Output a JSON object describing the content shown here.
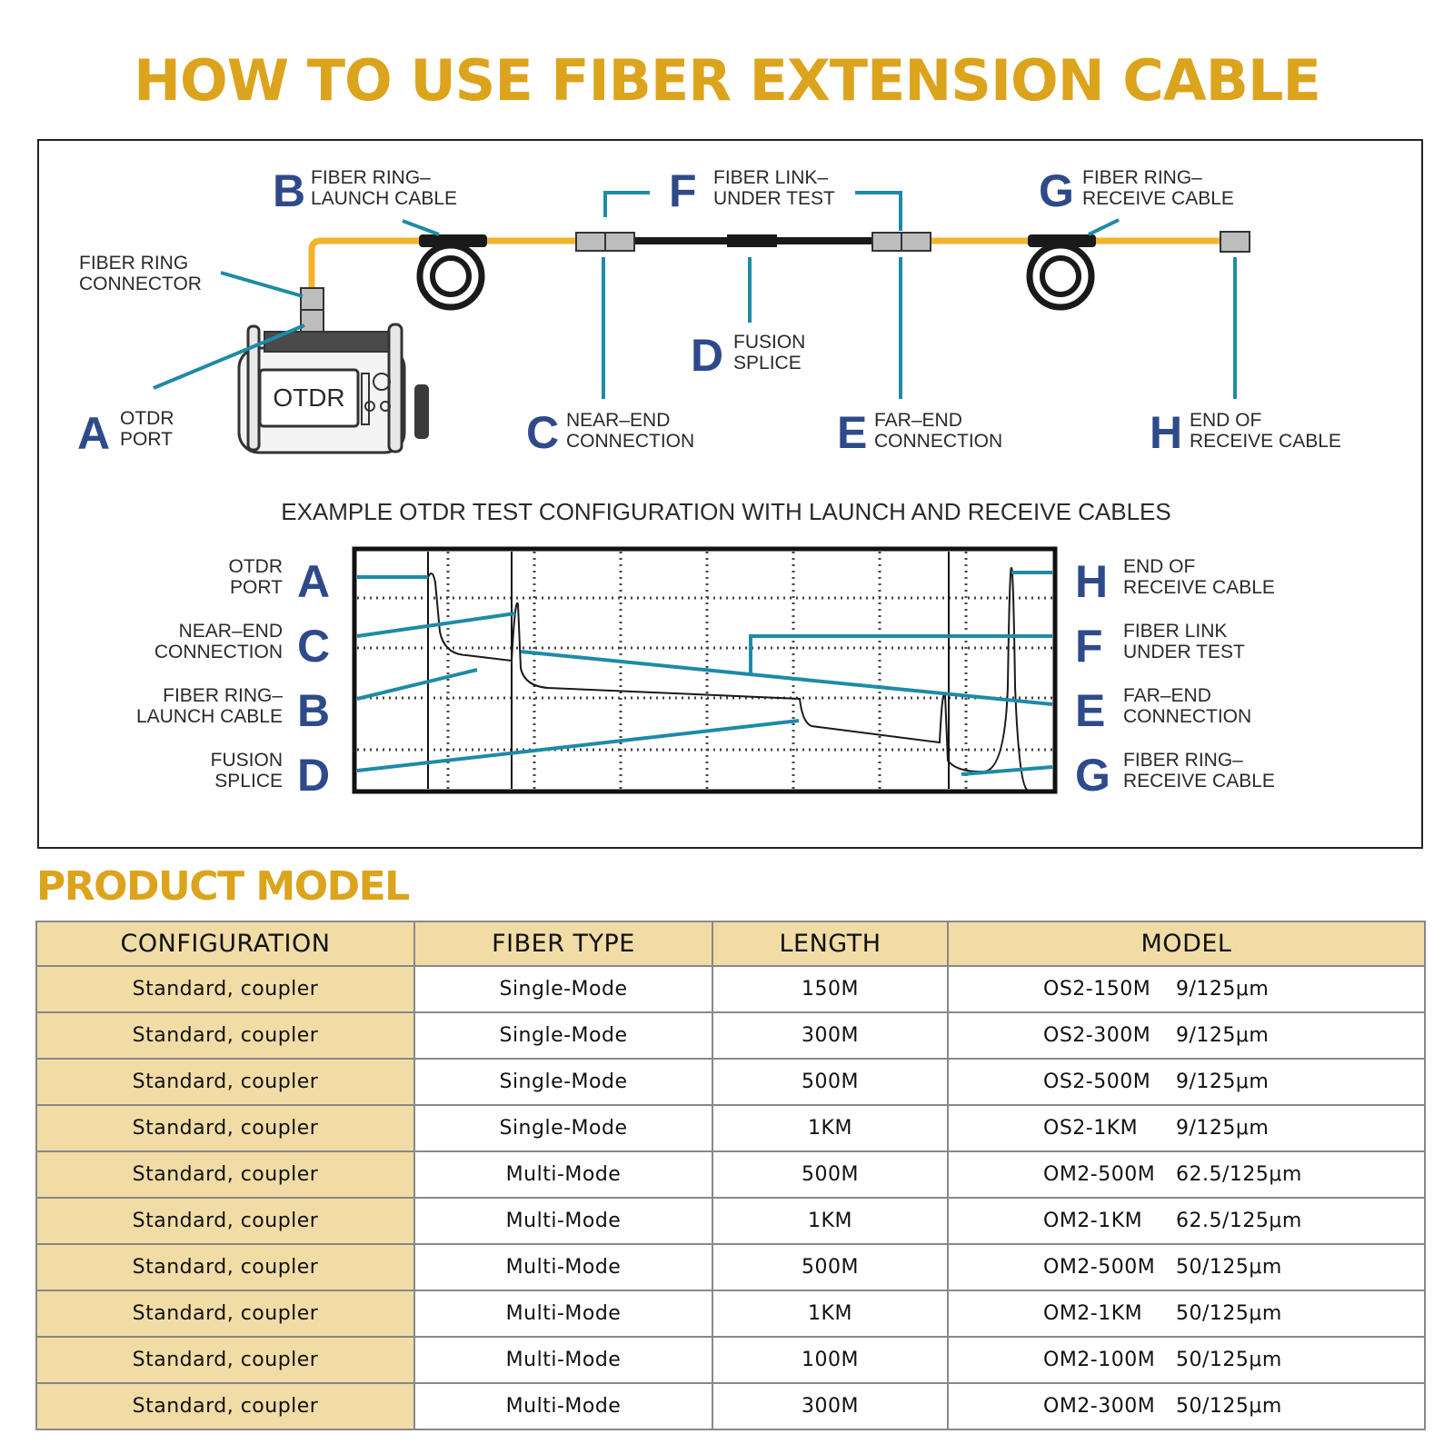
{
  "title": "HOW TO USE FIBER EXTENSION CABLE",
  "colors": {
    "title_gold": "#DCA31D",
    "callout_teal": "#1E8BA6",
    "letter_blue": "#2E4A8B",
    "fiber_yellow": "#F2B32B",
    "table_header_bg": "#F1DCA6"
  },
  "diagram": {
    "top": {
      "b": {
        "letter": "B",
        "line1": "FIBER RING–",
        "line2": "LAUNCH CABLE"
      },
      "f": {
        "letter": "F",
        "line1": "FIBER LINK–",
        "line2": "UNDER TEST"
      },
      "g": {
        "letter": "G",
        "line1": "FIBER RING–",
        "line2": "RECEIVE CABLE"
      },
      "connector": {
        "line1": "FIBER RING",
        "line2": "CONNECTOR"
      },
      "device_label": "OTDR",
      "d": {
        "letter": "D",
        "line1": "FUSION",
        "line2": "SPLICE"
      },
      "a": {
        "letter": "A",
        "line1": "OTDR",
        "line2": "PORT"
      },
      "c": {
        "letter": "C",
        "line1": "NEAR–END",
        "line2": "CONNECTION"
      },
      "e": {
        "letter": "E",
        "line1": "FAR–END",
        "line2": "CONNECTION"
      },
      "h": {
        "letter": "H",
        "line1": "END OF",
        "line2": "RECEIVE CABLE"
      }
    },
    "caption": "EXAMPLE OTDR TEST CONFIGURATION WITH LAUNCH AND RECEIVE CABLES",
    "trace_left": [
      {
        "letter": "A",
        "line1": "OTDR",
        "line2": "PORT"
      },
      {
        "letter": "C",
        "line1": "NEAR–END",
        "line2": "CONNECTION"
      },
      {
        "letter": "B",
        "line1": "FIBER RING–",
        "line2": "LAUNCH CABLE"
      },
      {
        "letter": "D",
        "line1": "FUSION",
        "line2": "SPLICE"
      }
    ],
    "trace_right": [
      {
        "letter": "H",
        "line1": "END OF",
        "line2": "RECEIVE CABLE"
      },
      {
        "letter": "F",
        "line1": "FIBER LINK",
        "line2": "UNDER TEST"
      },
      {
        "letter": "E",
        "line1": "FAR–END",
        "line2": "CONNECTION"
      },
      {
        "letter": "G",
        "line1": "FIBER RING–",
        "line2": "RECEIVE CABLE"
      }
    ]
  },
  "product_model": {
    "heading": "PRODUCT MODEL",
    "columns": [
      "CONFIGURATION",
      "FIBER TYPE",
      "LENGTH",
      "MODEL"
    ],
    "rows": [
      {
        "configuration": "Standard, coupler",
        "fiber_type": "Single-Mode",
        "length": "150M",
        "model": "OS2-150M",
        "core": "9/125μm"
      },
      {
        "configuration": "Standard, coupler",
        "fiber_type": "Single-Mode",
        "length": "300M",
        "model": "OS2-300M",
        "core": "9/125μm"
      },
      {
        "configuration": "Standard, coupler",
        "fiber_type": "Single-Mode",
        "length": "500M",
        "model": "OS2-500M",
        "core": "9/125μm"
      },
      {
        "configuration": "Standard, coupler",
        "fiber_type": "Single-Mode",
        "length": "1KM",
        "model": "OS2-1KM",
        "core": "9/125μm"
      },
      {
        "configuration": "Standard, coupler",
        "fiber_type": "Multi-Mode",
        "length": "500M",
        "model": "OM2-500M",
        "core": "62.5/125μm"
      },
      {
        "configuration": "Standard, coupler",
        "fiber_type": "Multi-Mode",
        "length": "1KM",
        "model": "OM2-1KM",
        "core": "62.5/125μm"
      },
      {
        "configuration": "Standard, coupler",
        "fiber_type": "Multi-Mode",
        "length": "500M",
        "model": "OM2-500M",
        "core": "50/125μm"
      },
      {
        "configuration": "Standard, coupler",
        "fiber_type": "Multi-Mode",
        "length": "1KM",
        "model": "OM2-1KM",
        "core": "50/125μm"
      },
      {
        "configuration": "Standard, coupler",
        "fiber_type": "Multi-Mode",
        "length": "100M",
        "model": "OM2-100M",
        "core": "50/125μm"
      },
      {
        "configuration": "Standard, coupler",
        "fiber_type": "Multi-Mode",
        "length": "300M",
        "model": "OM2-300M",
        "core": "50/125μm"
      }
    ]
  }
}
